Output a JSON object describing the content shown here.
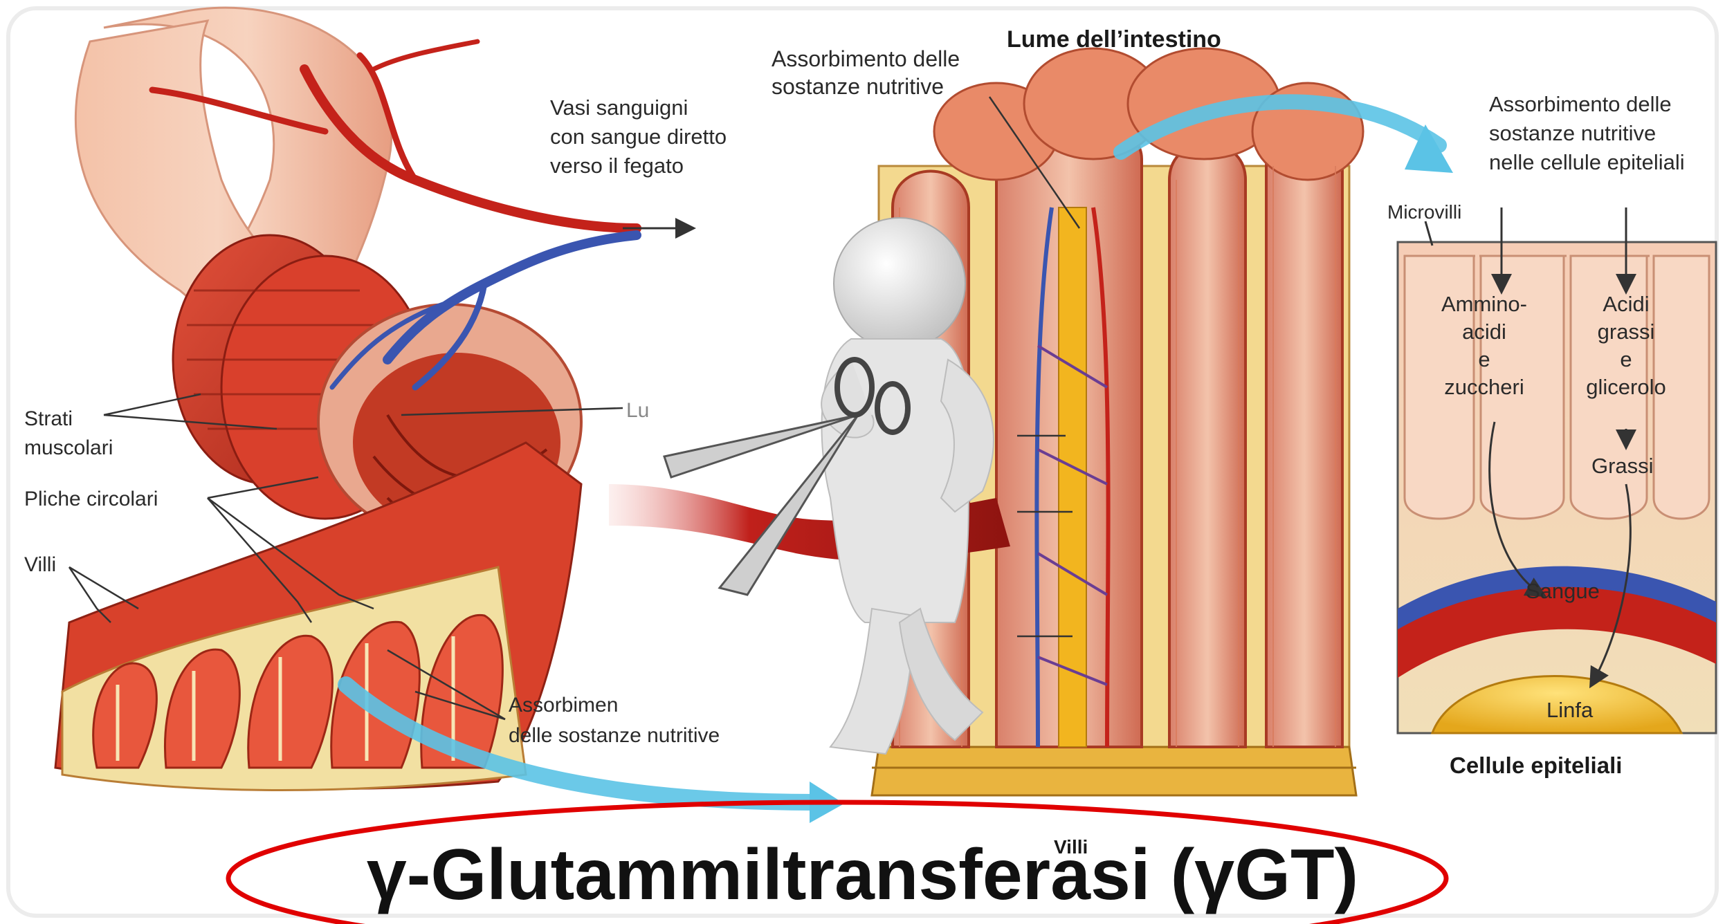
{
  "labels": {
    "lume_intestino": "Lume dell’intestino",
    "assorb_top": "Assorbimento delle\nsostanze nutritive",
    "vasi": "Vasi sanguigni\ncon sangue diretto\nverso il fegato",
    "assorb_right": "Assorbimento delle\nsostanze nutritive\nnelle cellule epiteliali",
    "microvilli": "Microvilli",
    "amminoacidi": "Ammino-\nacidi\ne\nzuccheri",
    "acidi_grassi": "Acidi\ngrassi\ne\nglicerolo",
    "grassi": "Grassi",
    "sangue": "Sangue",
    "linfa": "Linfa",
    "cellule_epiteliali": "Cellule epiteliali",
    "strati": "Strati\nmuscolari",
    "pliche": "Pliche circolari",
    "villi_left": "Villi",
    "lume_small": "Lu",
    "assorb_bottom": "Assorbimen\ndelle sostanze nutritive",
    "villi_bottom": "Villi"
  },
  "title": "γ-Glutammiltransferasi (γGT)",
  "colors": {
    "highlight_ellipse": "#e00000",
    "flow_arrow": "#5bc3e6",
    "tissue_red": "#c8321e",
    "tissue_pink": "#f2b39a",
    "vein_blue": "#3a55b0"
  }
}
